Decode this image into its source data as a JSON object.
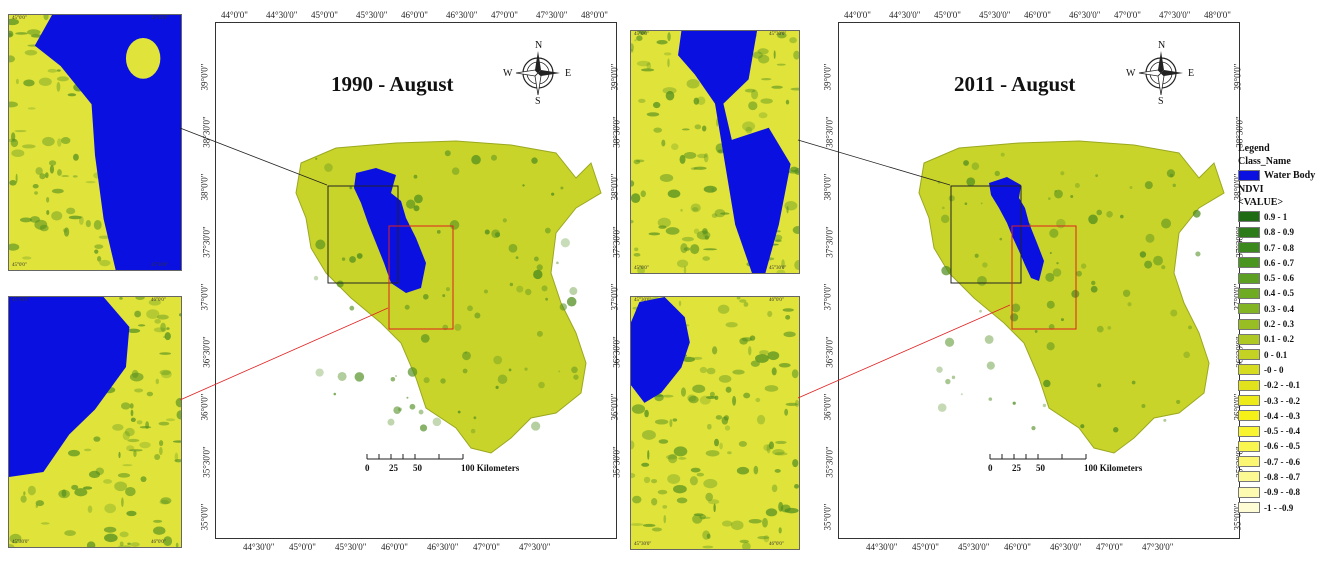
{
  "maps": [
    {
      "title": "1990 - August",
      "top_ticks": [
        "44°0'0\"",
        "44°30'0\"",
        "45°0'0\"",
        "45°30'0\"",
        "46°0'0\"",
        "46°30'0\"",
        "47°0'0\"",
        "47°30'0\"",
        "48°0'0\""
      ],
      "bottom_ticks": [
        "44°30'0\"",
        "45°0'0\"",
        "45°30'0\"",
        "46°0'0\"",
        "46°30'0\"",
        "47°0'0\"",
        "47°30'0\""
      ],
      "left_ticks": [
        "39°0'0\"",
        "38°30'0\"",
        "38°0'0\"",
        "37°30'0\"",
        "37°0'0\"",
        "36°30'0\"",
        "36°0'0\"",
        "35°30'0\"",
        "35°0'0\""
      ],
      "right_ticks": [
        "39°0'0\"",
        "38°30'0\"",
        "38°0'0\"",
        "37°30'0\"",
        "37°0'0\"",
        "36°30'0\"",
        "36°0'0\"",
        "35°30'0\""
      ],
      "scale_labels": [
        "0",
        "25",
        "50",
        "100 Kilometers"
      ],
      "inset1_ticks": [
        "45°0'0\"",
        "45°30'0\"",
        "45°0'0\"",
        "45°30'0\""
      ],
      "inset2_ticks": [
        "45°30'0\"",
        "46°0'0\"",
        "45°30'0\"",
        "46°0'0\""
      ]
    },
    {
      "title": "2011 - August",
      "top_ticks": [
        "44°0'0\"",
        "44°30'0\"",
        "45°0'0\"",
        "45°30'0\"",
        "46°0'0\"",
        "46°30'0\"",
        "47°0'0\"",
        "47°30'0\"",
        "48°0'0\""
      ],
      "bottom_ticks": [
        "44°30'0\"",
        "45°0'0\"",
        "45°30'0\"",
        "46°0'0\"",
        "46°30'0\"",
        "47°0'0\"",
        "47°30'0\""
      ],
      "left_ticks": [
        "39°0'0\"",
        "38°30'0\"",
        "38°0'0\"",
        "37°30'0\"",
        "37°0'0\"",
        "36°30'0\"",
        "36°0'0\"",
        "35°30'0\"",
        "35°0'0\""
      ],
      "right_ticks": [
        "39°0'0\"",
        "38°30'0\"",
        "38°0'0\"",
        "37°30'0\"",
        "37°0'0\"",
        "36°30'0\"",
        "36°0'0\"",
        "35°30'0\"",
        "35°0'0\""
      ],
      "scale_labels": [
        "0",
        "25",
        "50",
        "100 Kilometers"
      ],
      "inset1_ticks": [
        "45°0'0\"",
        "45°30'0\"",
        "45°0'0\"",
        "45°30'0\""
      ],
      "inset2_ticks": [
        "45°30'0\"",
        "46°0'0\"",
        "45°30'0\"",
        "46°0'0\""
      ]
    }
  ],
  "compass": {
    "n": "N",
    "s": "S",
    "e": "E",
    "w": "W"
  },
  "legend": {
    "title": "Legend",
    "class_header": "Class_Name",
    "water_label": "Water Body",
    "water_color": "#0a10e0",
    "ndvi_header": "NDVI",
    "value_header": "<VALUE>",
    "classes": [
      {
        "label": "0.9 - 1",
        "color": "#1f6b14"
      },
      {
        "label": "0.8 - 0.9",
        "color": "#2d7a18"
      },
      {
        "label": "0.7 - 0.8",
        "color": "#3b881c"
      },
      {
        "label": "0.6 - 0.7",
        "color": "#4a9420"
      },
      {
        "label": "0.5 - 0.6",
        "color": "#5c9f22"
      },
      {
        "label": "0.4 - 0.5",
        "color": "#6eaa22"
      },
      {
        "label": "0.3 - 0.4",
        "color": "#82b424"
      },
      {
        "label": "0.2 - 0.3",
        "color": "#98be24"
      },
      {
        "label": "0.1 - 0.2",
        "color": "#aec824"
      },
      {
        "label": "0 - 0.1",
        "color": "#c4d224"
      },
      {
        "label": "-0 - 0",
        "color": "#d6dc20"
      },
      {
        "label": "-0.2 - -0.1",
        "color": "#e2e21c"
      },
      {
        "label": "-0.3 - -0.2",
        "color": "#ecea18"
      },
      {
        "label": "-0.4 - -0.3",
        "color": "#f4f018"
      },
      {
        "label": "-0.5 - -0.4",
        "color": "#f8f430"
      },
      {
        "label": "-0.6 - -0.5",
        "color": "#faf650"
      },
      {
        "label": "-0.7 - -0.6",
        "color": "#fbf772"
      },
      {
        "label": "-0.8 - -0.7",
        "color": "#fcf892"
      },
      {
        "label": "-0.9 - -0.8",
        "color": "#fdfab2"
      },
      {
        "label": "-1 - -0.9",
        "color": "#fefcd4"
      }
    ]
  },
  "colors": {
    "land": "#c9d42a",
    "land_light": "#dfe33a",
    "veg_dark": "#4f8d1f",
    "water": "#0a10e0",
    "box_black": "#222222",
    "box_red": "#e02020"
  }
}
